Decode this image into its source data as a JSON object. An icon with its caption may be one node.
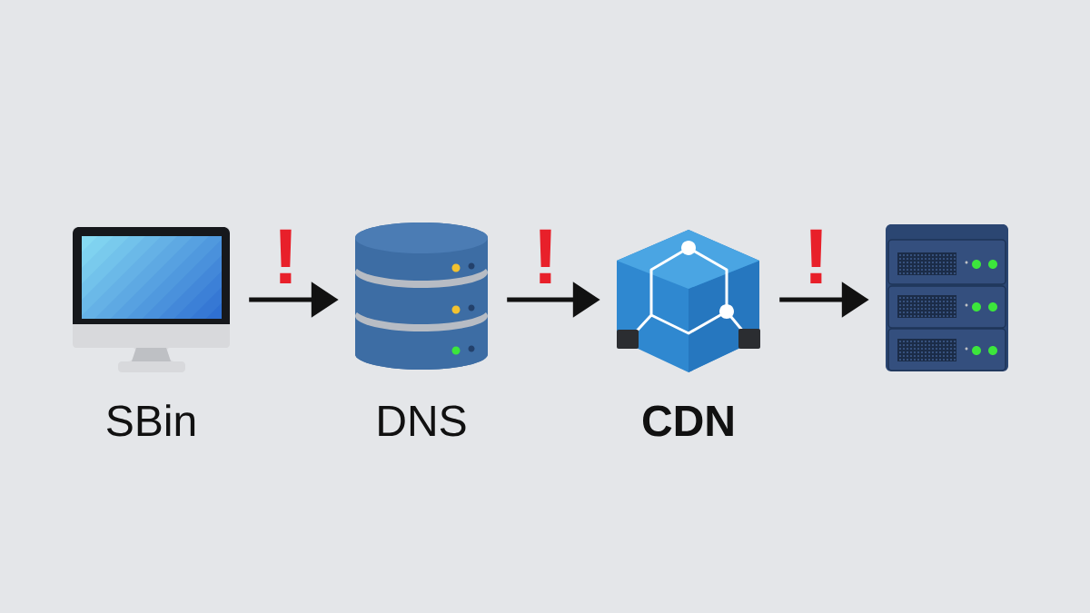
{
  "diagram": {
    "nodes": [
      {
        "text": [
          "SBin"
        ]
      },
      {
        "text": [
          "DNS"
        ]
      },
      {
        "text": [
          "CDN"
        ]
      },
      {
        "text": [],
        "shape": "picture"
      }
    ],
    "edges": [
      {
        "from": 0,
        "to": 1,
        "arrow": "to",
        "label": "!"
      },
      {
        "from": 1,
        "to": 2,
        "arrow": "to",
        "label": "!"
      },
      {
        "from": 2,
        "to": 3,
        "arrow": "to",
        "label": "!"
      }
    ]
  }
}
